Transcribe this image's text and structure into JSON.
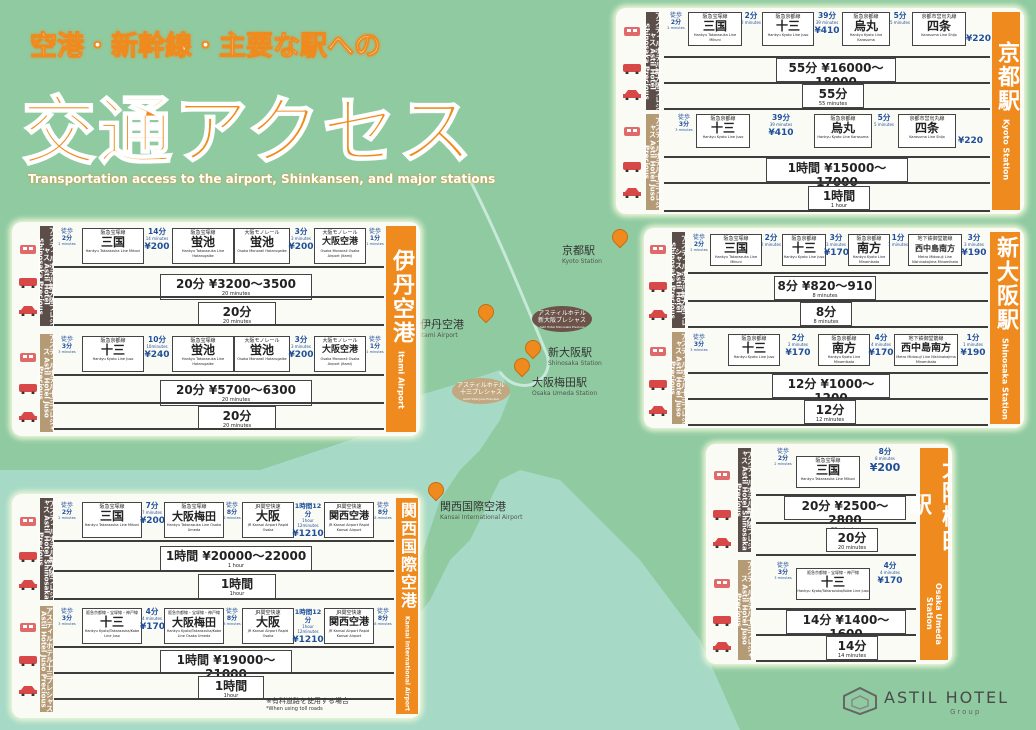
{
  "header": {
    "title_top": "空港・新幹線・主要な駅への",
    "title_main": "交通アクセス",
    "title_en": "Transportation access to the airport, Shinkansen, and major stations"
  },
  "colors": {
    "orange": "#ef8b1e",
    "blue": "#1f4f9a",
    "sea": "#a6d9c6",
    "land": "#8fcaa0",
    "hotel_dark": "#5b4e49",
    "hotel_gold": "#b59a76",
    "train": "#e06a6a",
    "taxi": "#d94848"
  },
  "icons": [
    "train-icon",
    "limousine-bus-icon",
    "taxi-icon",
    "map-pin-icon",
    "hotel-logo-icon"
  ],
  "hotels": {
    "shinosaka": "アスティルホテル新大阪プレシャス Astil Hotel Shinosaka Precious",
    "juso": "アスティルホテル十三プレシャス Astil Hotel Juso Precious"
  },
  "map": {
    "kyoto": {
      "jp": "京都駅",
      "en": "Kyoto Station"
    },
    "itami": {
      "jp": "伊丹空港",
      "en": "Itami Airport"
    },
    "shinosaka": {
      "jp": "新大阪駅",
      "en": "Shinosaka Station"
    },
    "umeda": {
      "jp": "大阪梅田駅",
      "en": "Osaka Umeda Station"
    },
    "kansai": {
      "jp": "関西国際空港",
      "en": "Kansai International Airport"
    },
    "hotel_shin": {
      "jp": "アスティルホテル",
      "jp2": "新大阪プレシャス",
      "en": "Astil Hotel Shinosaka Precious"
    },
    "hotel_juso": {
      "jp": "アスティルホテル",
      "jp2": "十三プレシャス",
      "en": "Astil Hotel Juso Precious"
    }
  },
  "itami": {
    "tab_jp": "伊丹空港",
    "tab_en": "Itami Airport",
    "route1": {
      "walk": {
        "w1": "徒歩",
        "w2": "2分",
        "w3": "2 minutes"
      },
      "seg1": {
        "line": "阪急宝塚線",
        "st": "三国",
        "en": "Hankyu Takarazuka Line Mikuni"
      },
      "gap1": {
        "tm": "14分",
        "tme": "14 minutes",
        "fare": "¥200"
      },
      "seg2": {
        "line": "阪急宝塚線",
        "st": "蛍池",
        "en": "Hankyu Takarazuka Line Hotarugaike"
      },
      "seg3": {
        "line": "大阪モノレール",
        "st": "蛍池",
        "en": "Osaka Monorail Hotarugaike"
      },
      "gap2": {
        "tm": "3分",
        "tme": "3 minutes",
        "fare": "¥200"
      },
      "seg4": {
        "line": "大阪モノレール",
        "st": "大阪空港",
        "en": "Osaka Monorail Osaka Airport (Itami)"
      },
      "end": {
        "w1": "徒歩",
        "w2": "1分",
        "w3": "1 minutes"
      },
      "limo": {
        "main": "20分 ¥3200〜3500",
        "sub": "20 minutes"
      },
      "taxi": {
        "main": "20分",
        "sub": "20 minutes"
      }
    },
    "route2": {
      "walk": {
        "w1": "徒歩",
        "w2": "3分",
        "w3": "3 minutes"
      },
      "seg1": {
        "line": "阪急京都線",
        "st": "十三",
        "en": "Hankyu Kyoto Line Juso"
      },
      "gap1": {
        "tm": "10分",
        "tme": "10minutes",
        "fare": "¥240"
      },
      "seg2": {
        "line": "阪急宝塚線",
        "st": "蛍池",
        "en": "Hankyu Takarazuka Line Hotarugaike"
      },
      "seg3": {
        "line": "大阪モノレール",
        "st": "蛍池",
        "en": "Osaka Monorail Hotarugaike"
      },
      "gap2": {
        "tm": "3分",
        "tme": "3 minutes",
        "fare": "¥200"
      },
      "seg4": {
        "line": "大阪モノレール",
        "st": "大阪空港",
        "en": "Osaka Monorail Osaka Airport (Itami)"
      },
      "end": {
        "w1": "徒歩",
        "w2": "1分",
        "w3": "1 minutes"
      },
      "limo": {
        "main": "20分 ¥5700〜6300",
        "sub": "20 minutes"
      },
      "taxi": {
        "main": "20分",
        "sub": "20 minutes"
      }
    }
  },
  "kansai": {
    "tab_jp": "関西国際空港",
    "tab_en": "Kansai International Airport",
    "note": "※有料道路を使用する場合",
    "note_en": "*When using toll roads",
    "route1": {
      "walk": {
        "w1": "徒歩",
        "w2": "2分",
        "w3": "2 minutes"
      },
      "seg1": {
        "line": "阪急宝塚線",
        "st": "三国",
        "en": "Hankyu Takarazuka Line Mikuni"
      },
      "gap1": {
        "tm": "7分",
        "tme": "7 minutes",
        "fare": "¥200"
      },
      "seg2": {
        "line": "阪急宝塚線",
        "st": "大阪梅田",
        "en": "Hankyu Takarazuka Line Osaka Umeda"
      },
      "walk2": {
        "w1": "徒歩",
        "w2": "8分",
        "w3": "8 minutes"
      },
      "seg3": {
        "line": "JR関空快速",
        "st": "大阪",
        "en": "JR Kansai Airport Rapid Osaka"
      },
      "gap2": {
        "tm": "1時間12分",
        "tme": "1hour 12minutes",
        "fare": "¥1210"
      },
      "seg4": {
        "line": "JR関空快速",
        "st": "関西空港",
        "en": "JR Kansai Airport Rapid Kansai Airport"
      },
      "end": {
        "w1": "徒歩",
        "w2": "8分",
        "w3": "8 minutes"
      },
      "limo": {
        "main": "1時間 ¥20000〜22000",
        "sub": "1 hour"
      },
      "taxi": {
        "main": "1時間",
        "sub": "1hour"
      }
    },
    "route2": {
      "walk": {
        "w1": "徒歩",
        "w2": "3分",
        "w3": "3 minutes"
      },
      "seg1": {
        "line": "阪急京都線・宝塚線・神戸線",
        "st": "十三",
        "en": "Hankyu Kyoto/Takarazuka/Kobe Line Juso"
      },
      "gap1": {
        "tm": "4分",
        "tme": "4 minutes",
        "fare": "¥170"
      },
      "seg2": {
        "line": "阪急京都線・宝塚線・神戸線",
        "st": "大阪梅田",
        "en": "Hankyu Kyoto/Takarazuka/Kobe Line Osaka Umeda"
      },
      "walk2": {
        "w1": "徒歩",
        "w2": "8分",
        "w3": "8 minutes"
      },
      "seg3": {
        "line": "JR関空快速",
        "st": "大阪",
        "en": "JR Kansai Airport Rapid Osaka"
      },
      "gap2": {
        "tm": "1時間12分",
        "tme": "1hour 12minutes",
        "fare": "¥1210"
      },
      "seg4": {
        "line": "JR関空快速",
        "st": "関西空港",
        "en": "JR Kansai Airport Rapid Kansai Airport"
      },
      "end": {
        "w1": "徒歩",
        "w2": "8分",
        "w3": "8 minutes"
      },
      "limo": {
        "main": "1時間 ¥19000〜21000",
        "sub": "1 hour"
      },
      "taxi": {
        "main": "1時間",
        "sub": "1hour"
      }
    }
  },
  "kyoto": {
    "tab_jp": "京都駅",
    "tab_en": "Kyoto Station",
    "route1": {
      "walk": {
        "w1": "徒歩",
        "w2": "2分",
        "w3": "2 minutes"
      },
      "seg1": {
        "line": "阪急宝塚線",
        "st": "三国",
        "en": "Hankyu Takarazuka Line Mikuni"
      },
      "gap1": {
        "tm": "2分",
        "tme": "2 minutes"
      },
      "seg2": {
        "line": "阪急京都線",
        "st": "十三",
        "en": "Hankyu Kyoto Line Juso"
      },
      "gap2": {
        "tm": "39分",
        "tme": "39 minutes",
        "fare": "¥410"
      },
      "seg3": {
        "line": "阪急京都線",
        "st": "烏丸",
        "en": "Hankyu Kyoto Line Karasuma"
      },
      "gap3": {
        "tm": "5分",
        "tme": "5 minutes"
      },
      "seg4": {
        "line": "京都市営烏丸線",
        "st": "四条",
        "en": "Karasuma Line Shijo"
      },
      "fare_end": "¥220",
      "limo": {
        "main": "55分 ¥16000〜18000",
        "sub": "55 minutes"
      },
      "taxi": {
        "main": "55分",
        "sub": "55 minutes"
      }
    },
    "route2": {
      "walk": {
        "w1": "徒歩",
        "w2": "3分",
        "w3": "3 minutes"
      },
      "seg1": {
        "line": "阪急京都線",
        "st": "十三",
        "en": "Hankyu Kyoto Line Juso"
      },
      "gap1": {
        "tm": "39分",
        "tme": "39 minutes",
        "fare": "¥410"
      },
      "seg2": {
        "line": "阪急京都線",
        "st": "烏丸",
        "en": "Hankyu Kyoto Line Karasuma"
      },
      "gap2": {
        "tm": "5分",
        "tme": "5 minutes"
      },
      "seg3": {
        "line": "京都市営烏丸線",
        "st": "四条",
        "en": "Karasuma Line Shijo"
      },
      "fare_end": "¥220",
      "limo": {
        "main": "1時間 ¥15000〜17000",
        "sub": "1 hour"
      },
      "taxi": {
        "main": "1時間",
        "sub": "1 hour"
      }
    }
  },
  "shinosaka": {
    "tab_jp": "新大阪駅",
    "tab_en": "Shinosaka Station",
    "route1": {
      "walk": {
        "w1": "徒歩",
        "w2": "2分",
        "w3": "2 minutes"
      },
      "seg1": {
        "line": "阪急宝塚線",
        "st": "三国",
        "en": "Hankyu Takarazuka Line Mikuni"
      },
      "gap1": {
        "tm": "2分",
        "tme": "2 minutes"
      },
      "seg2": {
        "line": "阪急京都線",
        "st": "十三",
        "en": "Hankyu Kyoto Line Juso"
      },
      "gap2": {
        "tm": "3分",
        "tme": "3 minutes",
        "fare": "¥170"
      },
      "seg3": {
        "line": "阪急京都線",
        "st": "南方",
        "en": "Hankyu Kyoto Line Minamikata"
      },
      "gap3": {
        "tm": "1分",
        "tme": "1 minutes"
      },
      "seg4": {
        "line": "地下鉄御堂筋線",
        "st": "西中島南方",
        "en": "Metro Midosuji Line Nishinakajima Minamikata"
      },
      "gap4": {
        "tm": "3分",
        "tme": "3 minutes",
        "fare": "¥190"
      },
      "limo": {
        "main": "8分 ¥820〜910",
        "sub": "8 minutes"
      },
      "taxi": {
        "main": "8分",
        "sub": "8 minutes"
      }
    },
    "route2": {
      "walk": {
        "w1": "徒歩",
        "w2": "3分",
        "w3": "3 minutes"
      },
      "seg1": {
        "line": "阪急京都線",
        "st": "十三",
        "en": "Hankyu Kyoto Line Juso"
      },
      "gap1": {
        "tm": "2分",
        "tme": "2 minutes",
        "fare": "¥170"
      },
      "seg2": {
        "line": "阪急京都線",
        "st": "南方",
        "en": "Hankyu Kyoto Line Minamikata"
      },
      "gap2": {
        "tm": "4分",
        "tme": "4 minutes",
        "fare": "¥170"
      },
      "seg3": {
        "line": "地下鉄御堂筋線",
        "st": "西中島南方",
        "en": "Metro Midosuji Line Nishinakajima Minamikata"
      },
      "gap3": {
        "tm": "1分",
        "tme": "1 minutes",
        "fare": "¥190"
      },
      "limo": {
        "main": "12分 ¥1000〜1200",
        "sub": "12 minutes"
      },
      "taxi": {
        "main": "12分",
        "sub": "12 minutes"
      }
    }
  },
  "umeda": {
    "tab_jp": "大阪梅田駅",
    "tab_en": "Osaka Umeda Station",
    "route1": {
      "walk": {
        "w1": "徒歩",
        "w2": "2分",
        "w3": "2 minutes"
      },
      "seg1": {
        "line": "阪急宝塚線",
        "st": "三国",
        "en": "Hankyu Takarazuka Line Mikuni"
      },
      "gap1": {
        "tm": "8分",
        "tme": "8 minutes",
        "fare": "¥200"
      },
      "limo": {
        "main": "20分 ¥2500〜2800",
        "sub": "20 minutes"
      },
      "taxi": {
        "main": "20分",
        "sub": "20 minutes"
      }
    },
    "route2": {
      "walk": {
        "w1": "徒歩",
        "w2": "3分",
        "w3": "3 minutes"
      },
      "seg1": {
        "line": "阪急京都線・宝塚線・神戸線",
        "st": "十三",
        "en": "Hankyu Kyoto/Takarazuka/Kobe Line Juso"
      },
      "gap1": {
        "tm": "4分",
        "tme": "4 minutes",
        "fare": "¥170"
      },
      "limo": {
        "main": "14分 ¥1400〜1600",
        "sub": "14 minutes"
      },
      "taxi": {
        "main": "14分",
        "sub": "14 minutes"
      }
    }
  },
  "brand": {
    "name": "ASTIL HOTEL",
    "sub": "Group"
  }
}
